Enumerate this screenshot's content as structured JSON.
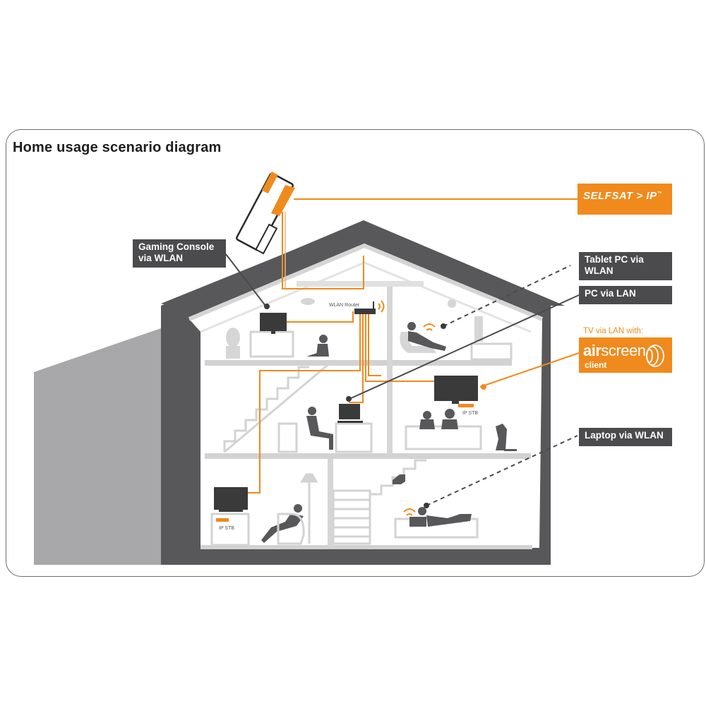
{
  "title": "Home usage scenario diagram",
  "labels": {
    "gaming_console": "Gaming Console\nvia WLAN",
    "tablet_pc": "Tablet PC via\nWLAN",
    "pc_lan": "PC via LAN",
    "tv_lan": "TV via LAN with:",
    "laptop": "Laptop via WLAN",
    "selfsat": "SELFSAT > IP",
    "selfsat_tm": "™",
    "airscreen_air": "air",
    "airscreen_screen": "screen",
    "airscreen_client": "client",
    "wlan_router": "WLAN Router",
    "ip_stb_top": "IP STB",
    "ip_stb_bottom": "IP STB"
  },
  "colors": {
    "orange": "#f08a1d",
    "label_bg": "#4b4b4d",
    "house_dark": "#58585a",
    "house_shadow": "#a7a7a9",
    "interior_gray": "#d4d4d4"
  }
}
